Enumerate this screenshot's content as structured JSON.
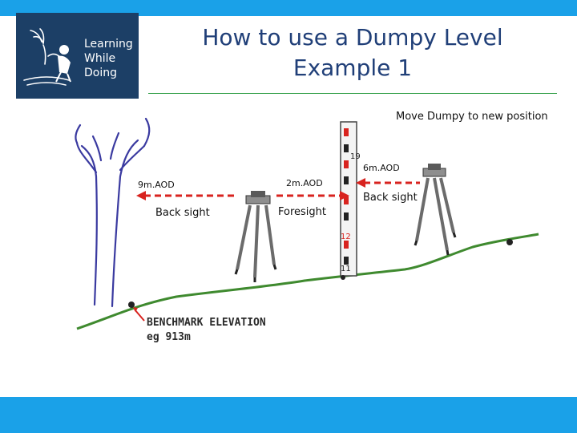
{
  "logo": {
    "line1": "Learning",
    "line2": "While",
    "line3": "Doing"
  },
  "title": {
    "line1": "How to use a Dumpy Level",
    "line2": "Example 1"
  },
  "labels": {
    "move_dumpy": "Move Dumpy to new position",
    "left_aod": "9m.AOD",
    "left_backsight": "Back sight",
    "mid_aod": "2m.AOD",
    "foresight": "Foresight",
    "right_aod": "6m.AOD",
    "right_backsight": "Back sight",
    "benchmark": "BENCHMARK ELEVATION",
    "benchmark_example": "eg 913m"
  },
  "staff_marks": [
    "19",
    "12",
    "11"
  ],
  "colors": {
    "bar": "#1aa1e8",
    "logo_bg": "#1c3f66",
    "title": "#203f78",
    "ground": "#3f8a2f",
    "arrow": "#d8231f",
    "rule": "#2f9e45"
  }
}
